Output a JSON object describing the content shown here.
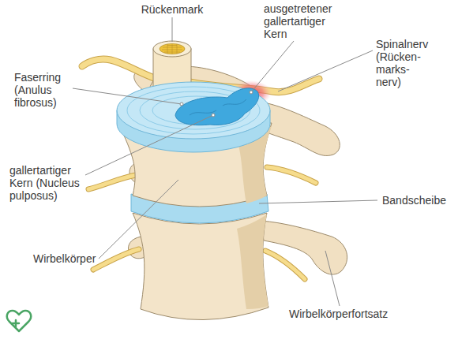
{
  "diagram": {
    "labels": [
      "Rückenmark",
      "ausgetretener gallertartiger Kern",
      "Spinalnerv (Rücken- marks- nerv)",
      "Faserring (Anulus fibrosus)",
      "gallertartiger Kern (Nucleus pulposus)",
      "Bandscheibe",
      "Wirbelkörper",
      "Wirbelkörperfortsatz"
    ]
  }
}
